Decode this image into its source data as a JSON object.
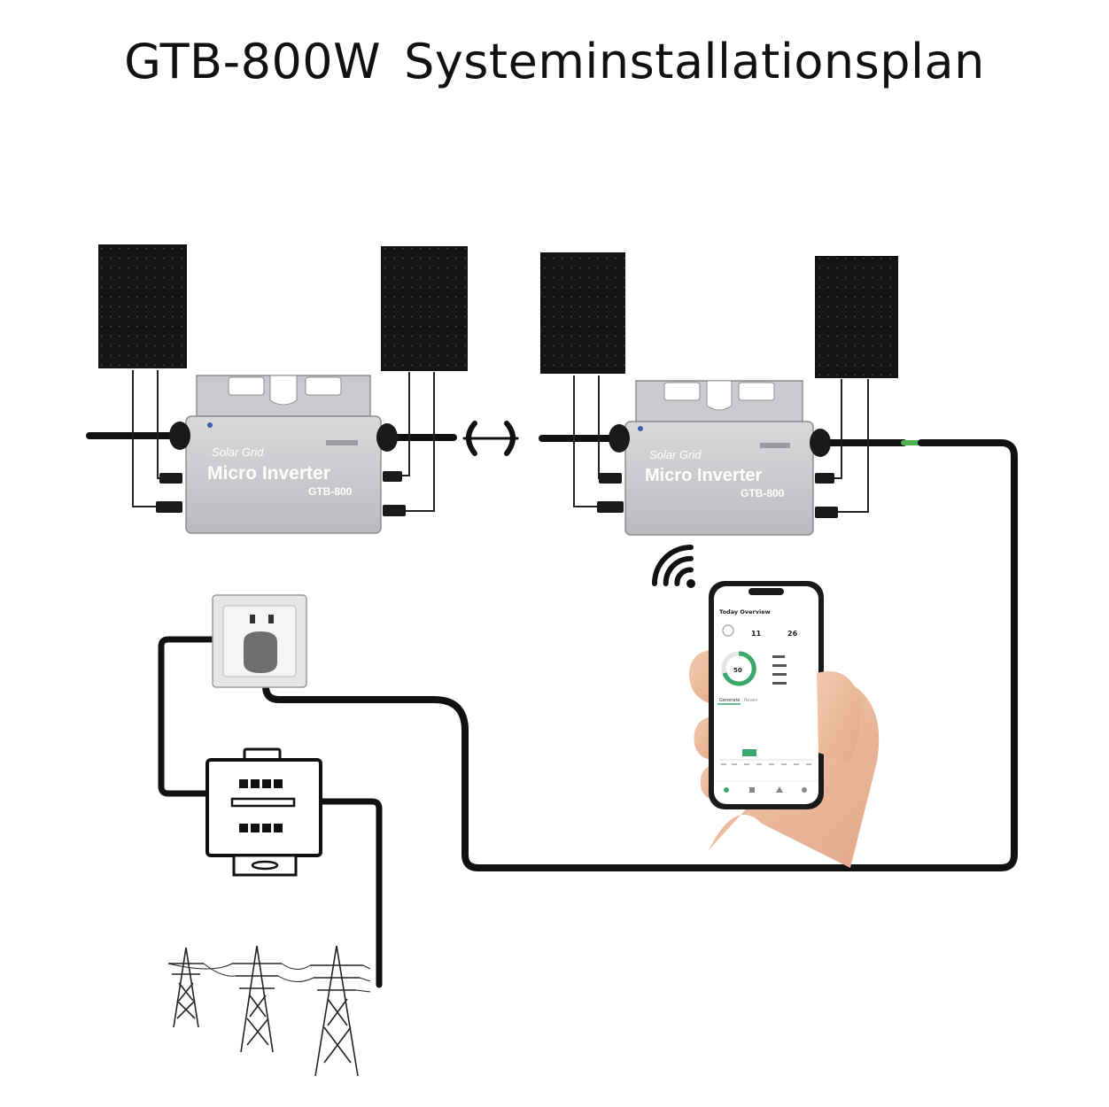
{
  "title": {
    "model": "GTB-800W",
    "text": "Systeminstallationsplan"
  },
  "inverters": [
    {
      "brand": "Solar Grid",
      "name": "Micro Inverter",
      "model": "GTB-800"
    },
    {
      "brand": "Solar Grid",
      "name": "Micro Inverter",
      "model": "GTB-800"
    }
  ],
  "phone": {
    "screen_title": "Today Overview",
    "stat_a": "11",
    "stat_b": "26",
    "gauge_value": "50",
    "tab_generate": "Generate",
    "tab_revenue": "Reven"
  },
  "icons": {
    "wifi": "wifi-icon",
    "socket": "wall-socket-icon",
    "meter": "energy-meter-icon",
    "pylon": "power-pylon-icon",
    "panel": "solar-panel-icon"
  },
  "colors": {
    "panel": "#141414",
    "inverter": "#c9cbce",
    "cable": "#111111",
    "ground_cable": "#4caf50",
    "app_accent": "#3aa76d"
  }
}
